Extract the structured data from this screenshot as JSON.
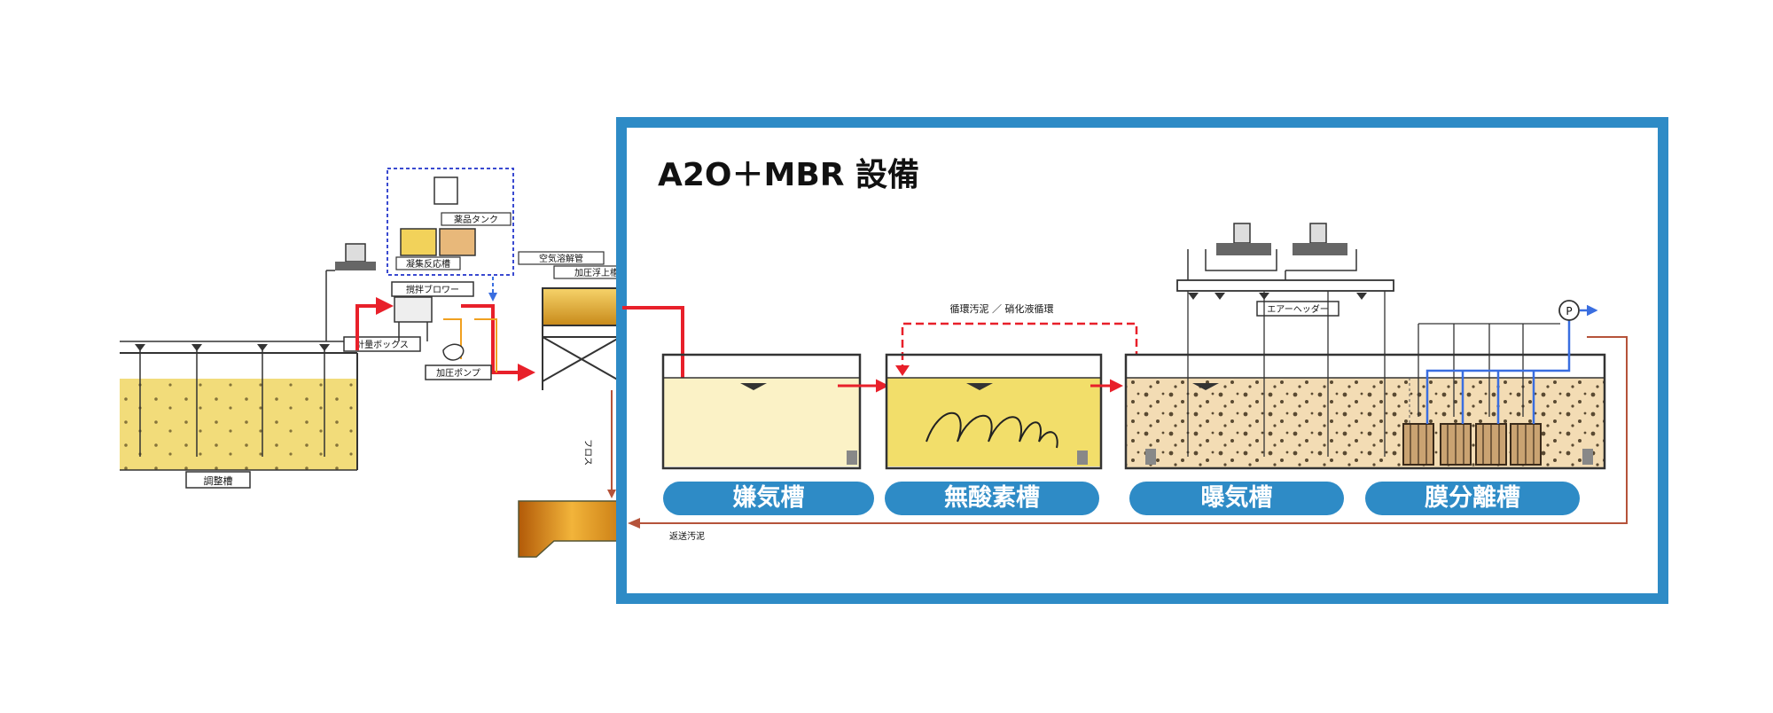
{
  "title": "A2O＋MBR 設備",
  "stages": [
    {
      "label": "嫌気槽"
    },
    {
      "label": "無酸素槽"
    },
    {
      "label": "曝気槽"
    },
    {
      "label": "膜分離槽"
    }
  ],
  "labels": {
    "equalization_tank": "調整槽",
    "measuring_box": "計量ボックス",
    "blower": "撹拌ブロワー",
    "pump": "加圧ポンプ",
    "chem_tank": "薬品タンク",
    "coag_tank": "凝集反応槽",
    "flotation": "加圧浮上槽",
    "air_dissolve": "空気溶解管",
    "froth": "フロス",
    "circulation": "循環汚泥 ／ 硝化液循環",
    "air_header": "エアーヘッダー",
    "return_sludge": "返送汚泥",
    "pump_mark": "P"
  },
  "colors": {
    "frame": "#2e8bc6",
    "pill": "#2e8bc6",
    "flow_red": "#e8202a",
    "return_brown": "#b5533a",
    "anaerobic": "#fbf2c6",
    "anoxic": "#f2de6a",
    "aerobic": "#f3dcb4",
    "equalization": "#f2dc7a",
    "permeate_blue": "#3a6ee0"
  }
}
